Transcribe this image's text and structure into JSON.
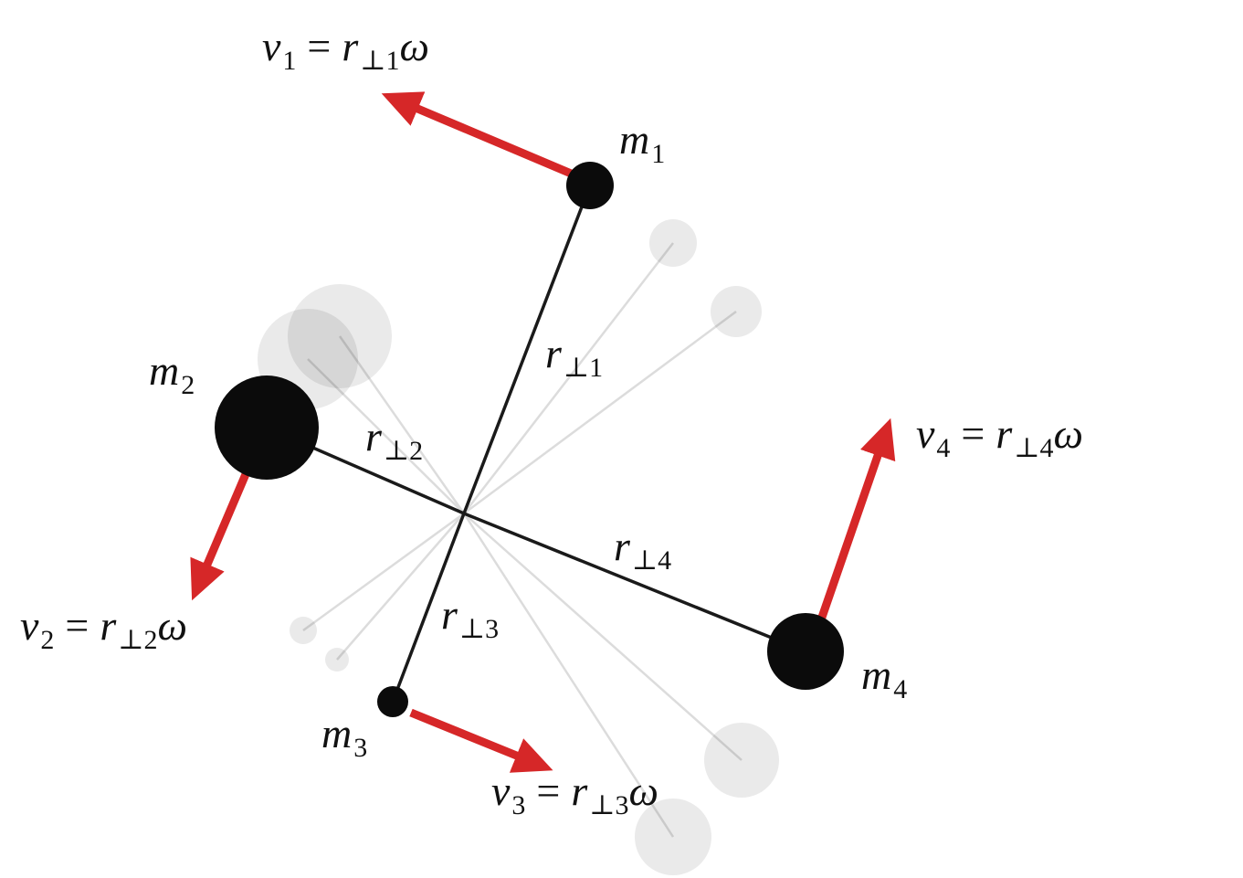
{
  "figure": {
    "description": "Four point masses on rigid rods rotating about a common pivot, each with tangential velocity v = r_perp * omega"
  },
  "colors": {
    "mass_fill": "#0b0b0b",
    "rod_stroke": "#1a1a1a",
    "arrow": "#d62728",
    "ghost_fill": "#111111",
    "ghost_line": "#dcdcdc",
    "text": "#111111"
  },
  "masses": [
    {
      "name": "m1",
      "base": "m",
      "sub": "1"
    },
    {
      "name": "m2",
      "base": "m",
      "sub": "2"
    },
    {
      "name": "m3",
      "base": "m",
      "sub": "3"
    },
    {
      "name": "m4",
      "base": "m",
      "sub": "4"
    }
  ],
  "radii": [
    {
      "name": "r_perp_1",
      "base": "r",
      "sub": "⊥1"
    },
    {
      "name": "r_perp_2",
      "base": "r",
      "sub": "⊥2"
    },
    {
      "name": "r_perp_3",
      "base": "r",
      "sub": "⊥3"
    },
    {
      "name": "r_perp_4",
      "base": "r",
      "sub": "⊥4"
    }
  ],
  "velocities": [
    {
      "name": "v1_equation",
      "v": "v",
      "v_sub": "1",
      "eq": "=",
      "r": "r",
      "r_sub": "⊥1",
      "omega": "ω"
    },
    {
      "name": "v2_equation",
      "v": "v",
      "v_sub": "2",
      "eq": "=",
      "r": "r",
      "r_sub": "⊥2",
      "omega": "ω"
    },
    {
      "name": "v3_equation",
      "v": "v",
      "v_sub": "3",
      "eq": "=",
      "r": "r",
      "r_sub": "⊥3",
      "omega": "ω"
    },
    {
      "name": "v4_equation",
      "v": "v",
      "v_sub": "4",
      "eq": "=",
      "r": "r",
      "r_sub": "⊥4",
      "omega": "ω"
    }
  ]
}
